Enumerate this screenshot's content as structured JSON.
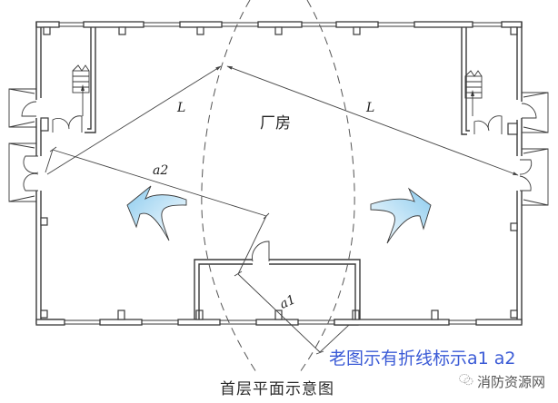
{
  "diagram": {
    "type": "floor-plan",
    "title": "首层平面示意图",
    "room_label": "厂房",
    "dimensions": {
      "L_left": "L",
      "L_right": "L",
      "a1": "a1",
      "a2": "a2"
    },
    "annotation_note": "老图示有折线标示a1 a2",
    "watermark": "消防资源网",
    "icons": {
      "evacuation_arrows": [
        "arrow-left-up-icon",
        "arrow-right-up-icon"
      ],
      "stairs": [
        "stair-left-icon",
        "stair-right-icon"
      ],
      "watermark_logo": "wechat-logo-icon"
    },
    "colors": {
      "note_text": "#3b5bd6",
      "arrow_fill": "#a9d8f0",
      "lines": "#3a3a3a"
    }
  }
}
